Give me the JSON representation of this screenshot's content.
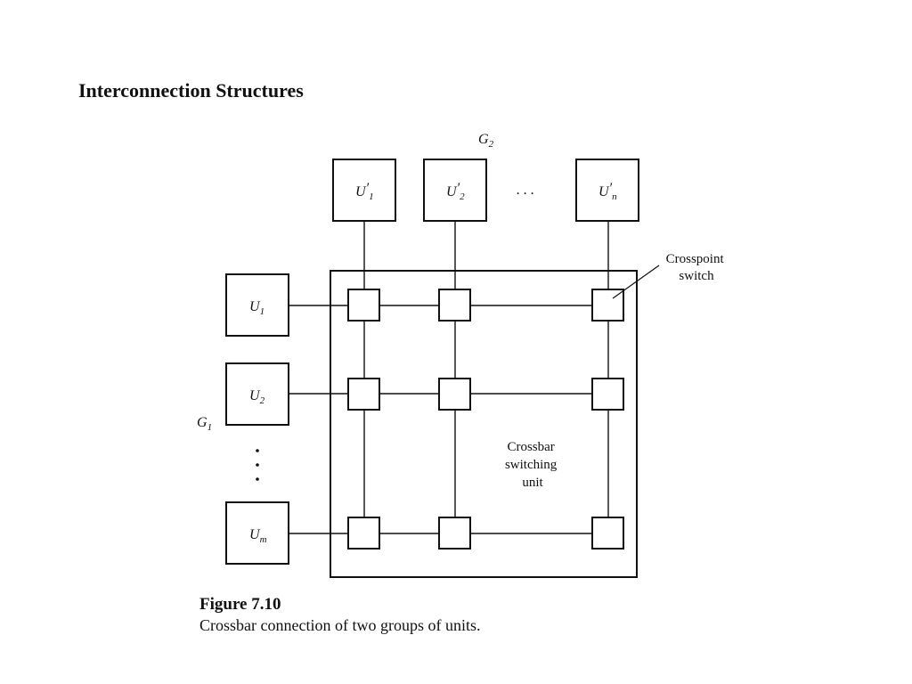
{
  "page": {
    "title": "Interconnection Structures"
  },
  "diagram": {
    "group1_label": {
      "base": "G",
      "sub": "1"
    },
    "group2_label": {
      "base": "G",
      "sub": "2"
    },
    "top_units": [
      {
        "base": "U",
        "sub": "1",
        "prime": "′"
      },
      {
        "base": "U",
        "sub": "2",
        "prime": "′"
      },
      {
        "base": "U",
        "sub": "n",
        "prime": "′"
      }
    ],
    "top_ellipsis": ". . .",
    "left_units": [
      {
        "base": "U",
        "sub": "1"
      },
      {
        "base": "U",
        "sub": "2"
      },
      {
        "base": "U",
        "sub": "m"
      }
    ],
    "crosspoint_label": [
      "Crosspoint",
      "switch"
    ],
    "crossbar_label": [
      "Crossbar",
      "switching",
      "unit"
    ]
  },
  "caption": {
    "figure_number": "Figure 7.10",
    "text": "Crossbar connection of two groups of units."
  }
}
